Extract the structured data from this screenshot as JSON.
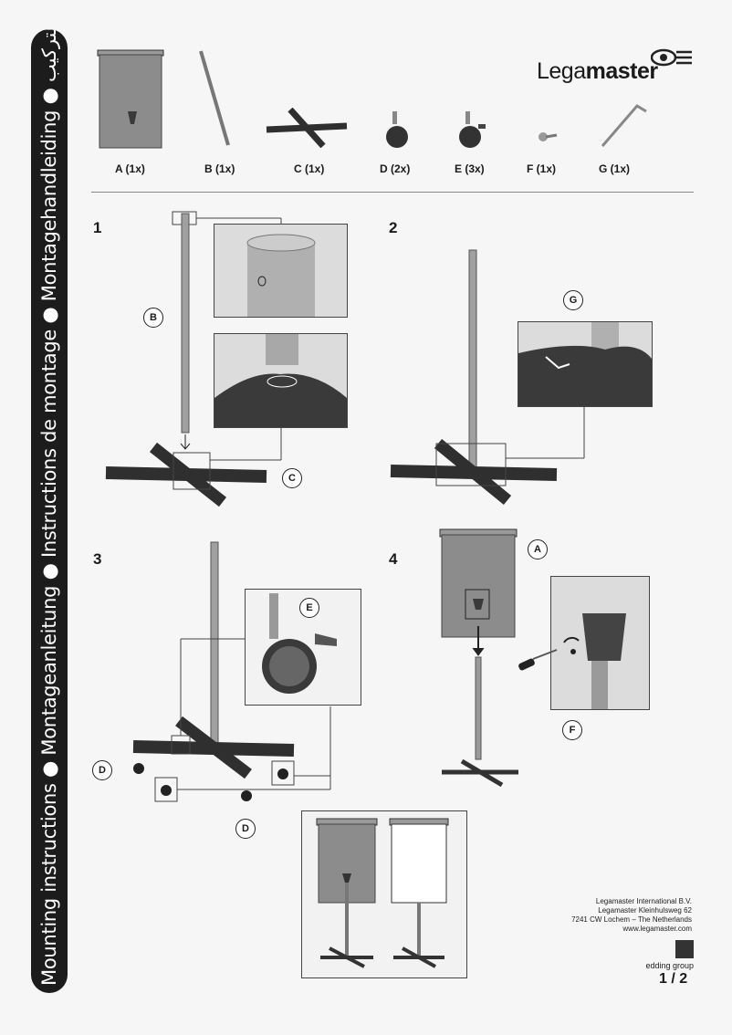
{
  "sidebar": {
    "title": "Mounting instructions ● Montageanleitung ● Instructions de montage ● Montagehandleiding ● إرشادات التركيب"
  },
  "brand": {
    "prefix": "Lega",
    "suffix": "master"
  },
  "parts": [
    {
      "label": "A  (1x)"
    },
    {
      "label": "B  (1x)"
    },
    {
      "label": "C  (1x)"
    },
    {
      "label": "D  (2x)"
    },
    {
      "label": "E  (3x)"
    },
    {
      "label": "F  (1x)"
    },
    {
      "label": "G  (1x)"
    }
  ],
  "steps": [
    {
      "number": "1",
      "callouts": [
        "B",
        "C"
      ]
    },
    {
      "number": "2",
      "callouts": [
        "G"
      ]
    },
    {
      "number": "3",
      "callouts": [
        "E",
        "D",
        "D"
      ]
    },
    {
      "number": "4",
      "callouts": [
        "A",
        "F"
      ]
    }
  ],
  "address": {
    "line1": "Legamaster International B.V.",
    "line2": "Legamaster Kleinhulsweg 62",
    "line3": "7241 CW Lochem – The Netherlands",
    "line4": "www.legamaster.com"
  },
  "footer": {
    "group": "edding group",
    "page": "1 / 2"
  },
  "colors": {
    "sidebar": "#1c1c1c",
    "board": "#8c8c8c",
    "metal": "#a0a0a0",
    "base": "#3a3a3a"
  }
}
